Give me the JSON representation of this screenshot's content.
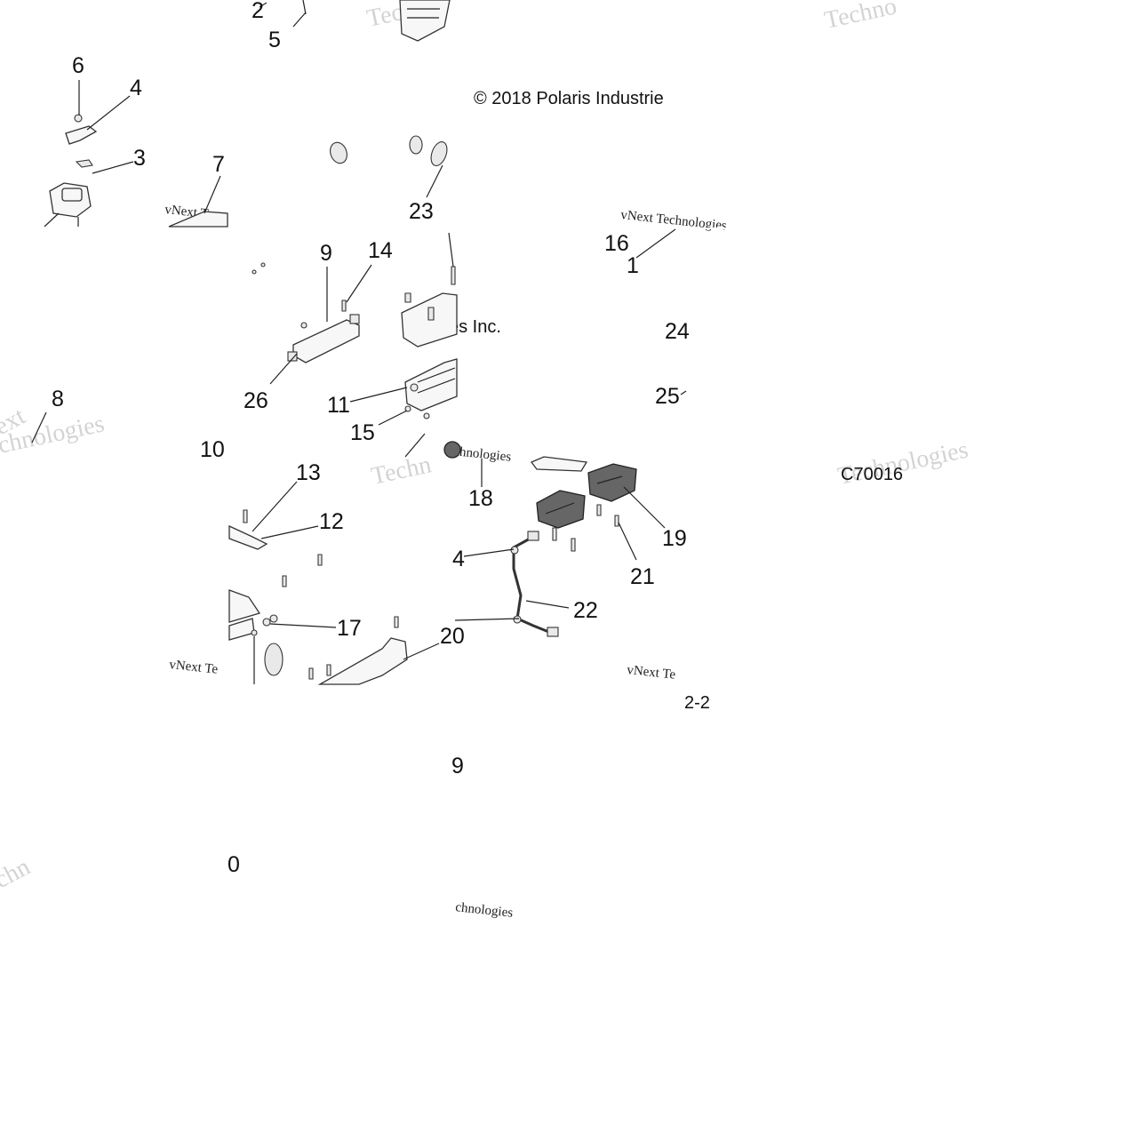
{
  "copyright": {
    "top": "© 2018 Polaris Industrie",
    "middle": "es Inc."
  },
  "drawing_code": "C70016",
  "page_ref": "2-2",
  "watermarks": {
    "line1": "vNext Te",
    "line2": "Technologies",
    "line3": "vNext Technologies",
    "line4": "Technologies",
    "line5": "chnologies",
    "fragment_a": "Techno",
    "fragment_b": "Techno",
    "fragment_c": "Techn",
    "fragment_d": "ext",
    "fragment_e": "chn"
  },
  "callouts": {
    "c2": "2",
    "c5": "5",
    "c6": "6",
    "c4": "4",
    "c3": "3",
    "c7": "7",
    "c23": "23",
    "c16": "16",
    "c1": "1",
    "c9": "9",
    "c14": "14",
    "c24": "24",
    "c26": "26",
    "c11": "11",
    "c25": "25",
    "c8": "8",
    "c15": "15",
    "c10": "10",
    "c18": "18",
    "c13": "13",
    "c12": "12",
    "c19": "19",
    "c21": "21",
    "c4b": "4",
    "c22": "22",
    "c17": "17",
    "c20": "20",
    "c9b": "9",
    "c0": "0"
  },
  "colors": {
    "line": "#222222",
    "part_fill": "#f7f7f7",
    "module_fill": "#666666",
    "watermark": "#cfcfcf"
  }
}
